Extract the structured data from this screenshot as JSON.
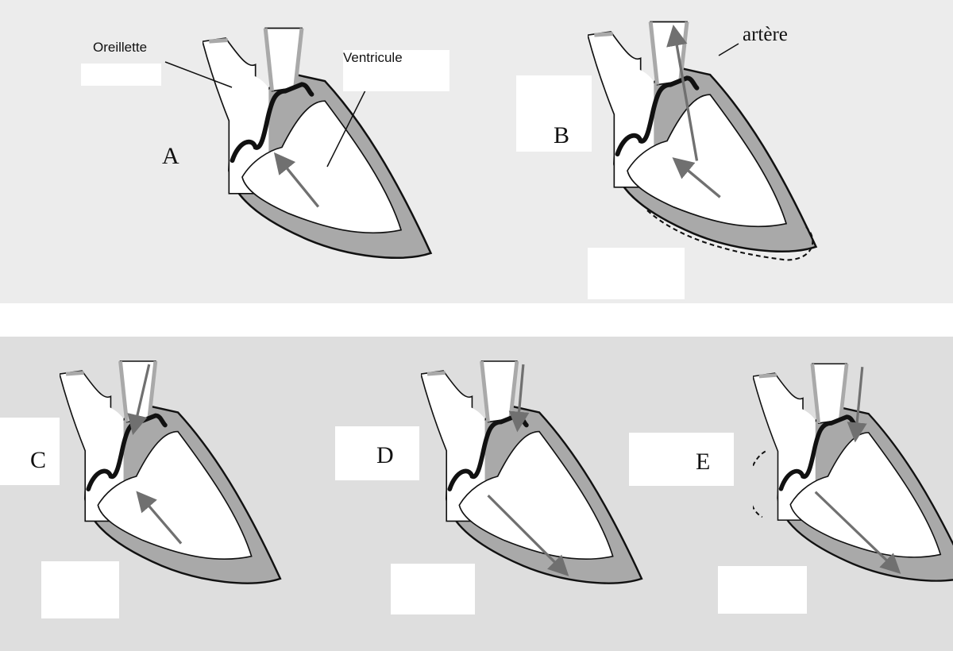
{
  "figure": {
    "panels": [
      {
        "letter": "A"
      },
      {
        "letter": "B"
      },
      {
        "letter": "C"
      },
      {
        "letter": "D"
      },
      {
        "letter": "E"
      }
    ],
    "labels": {
      "oreillette": "Oreillette",
      "ventricule": "Ventricule",
      "artere": "artère"
    }
  },
  "colors": {
    "top_band": "#ececec",
    "bottom_band": "#dedede",
    "muscle_fill": "#a9a9a9",
    "outline": "#111111",
    "chamber_fill": "#ffffff",
    "arrow": "#707070"
  }
}
